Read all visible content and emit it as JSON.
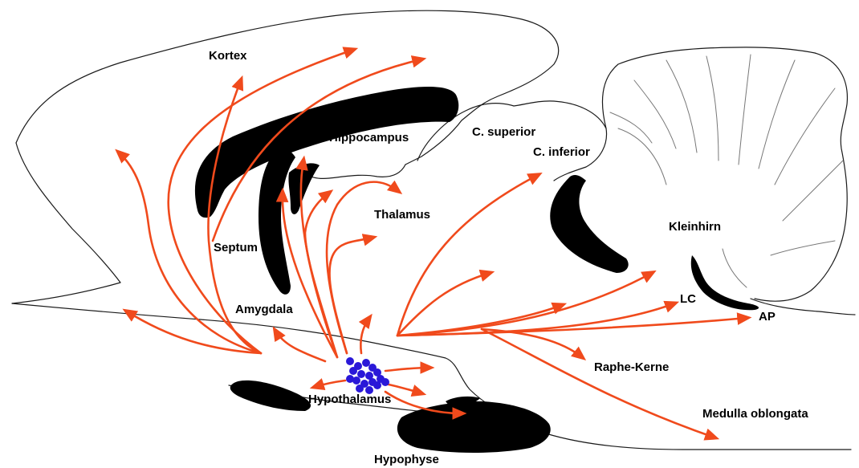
{
  "colors": {
    "projection": "#f04a1c",
    "nucleus": "#2a18d8",
    "fill_structure": "#000000",
    "outline": "#1a1a1a"
  },
  "labels": {
    "kortex": "Kortex",
    "hippocampus": "Hippocampus",
    "c_superior": "C. superior",
    "c_inferior": "C. inferior",
    "thalamus": "Thalamus",
    "septum": "Septum",
    "kleinhirn": "Kleinhirn",
    "amygdala": "Amygdala",
    "lc": "LC",
    "ap": "AP",
    "raphe_kerne": "Raphe-Kerne",
    "hypothalamus": "Hypothalamus",
    "medulla_oblongata": "Medulla oblongata",
    "hypophyse": "Hypophyse"
  }
}
